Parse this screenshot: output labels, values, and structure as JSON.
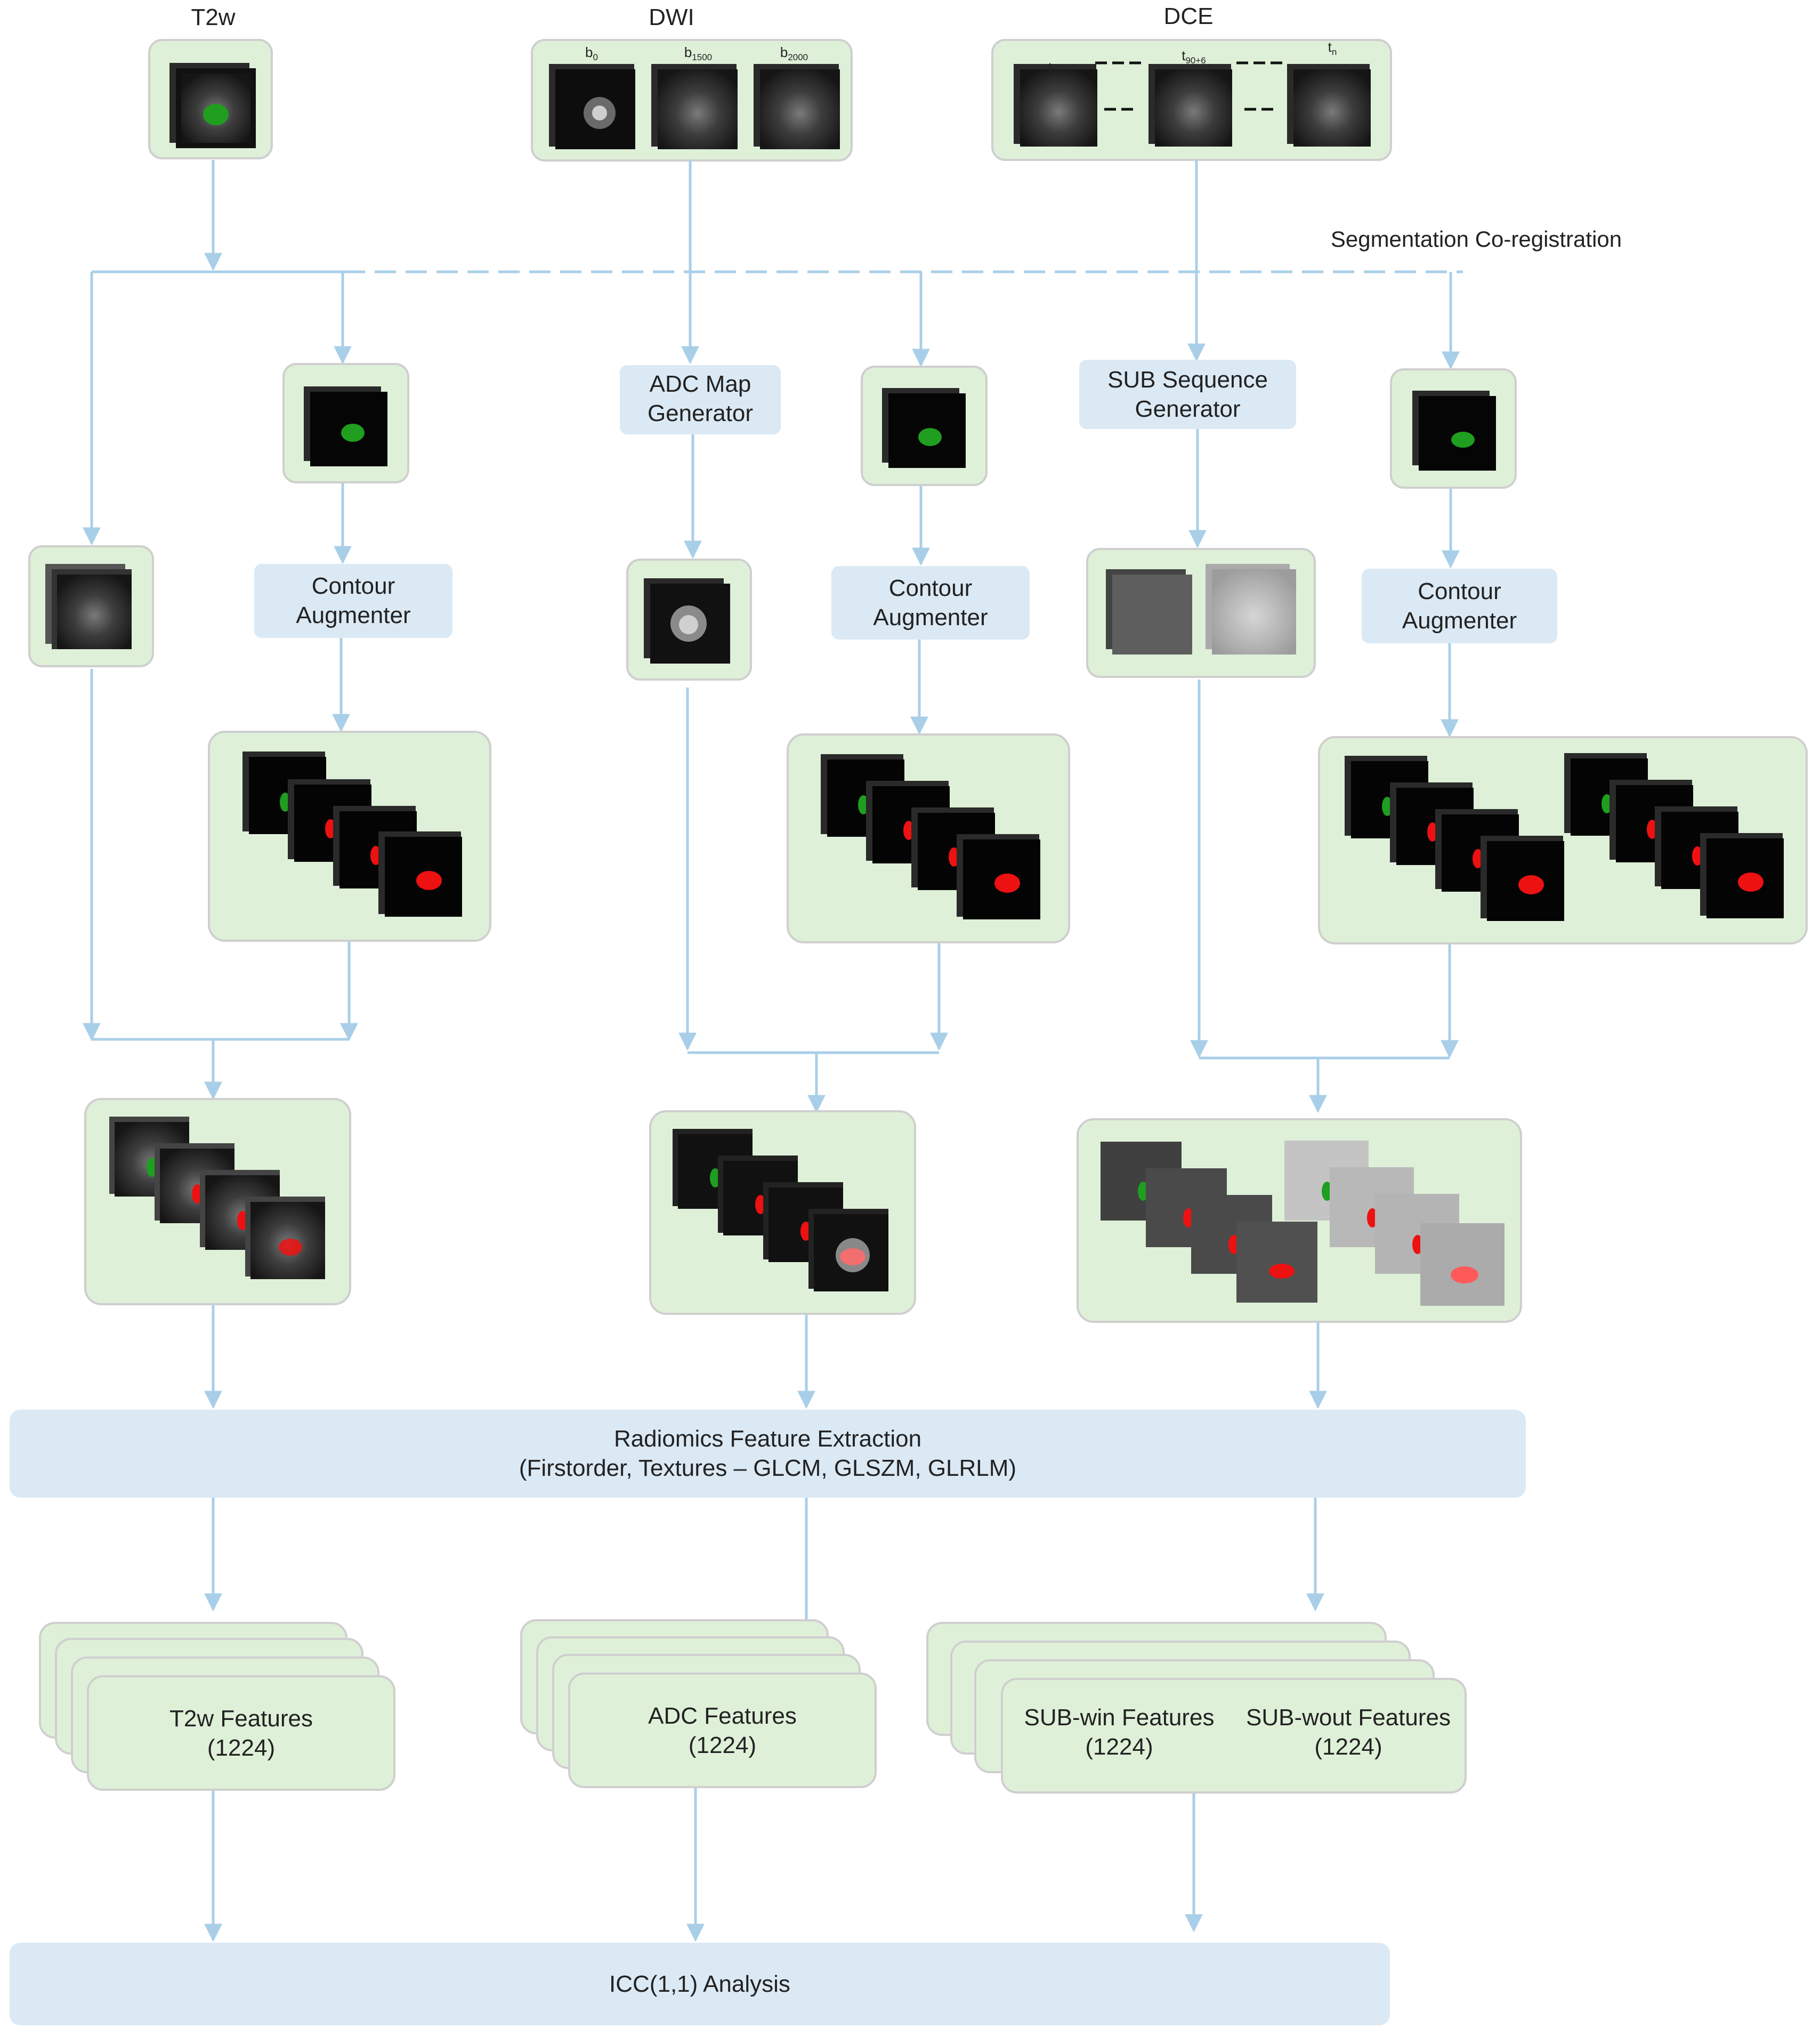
{
  "inputs": {
    "t2w": "T2w",
    "dwi": "DWI",
    "dce": "DCE",
    "dwi_b0": "b",
    "dwi_b0_sub": "0",
    "dwi_b1500": "b",
    "dwi_b1500_sub": "1500",
    "dwi_b2000": "b",
    "dwi_b2000_sub": "2000",
    "dce_t0": "t",
    "dce_t0_sub": "0",
    "dce_tmid": "t",
    "dce_tmid_sub": "90+6",
    "dce_tn": "t",
    "dce_tn_sub": "n"
  },
  "dashed_label": "Segmentation  Co-registration",
  "processors": {
    "adc_map_line1": "ADC Map",
    "adc_map_line2": "Generator",
    "sub_seq_line1": "SUB Sequence",
    "sub_seq_line2": "Generator",
    "contour_t2w_line1": "Contour",
    "contour_t2w_line2": "Augmenter",
    "contour_adc_line1": "Contour",
    "contour_adc_line2": "Augmenter",
    "contour_sub_line1": "Contour",
    "contour_sub_line2": "Augmenter"
  },
  "extraction": {
    "line1": "Radiomics Feature Extraction",
    "line2": "(Firstorder, Textures – GLCM, GLSZM, GLRLM)"
  },
  "features": {
    "t2w_name": "T2w Features",
    "t2w_count": "(1224)",
    "adc_name": "ADC Features",
    "adc_count": "(1224)",
    "subwin_name": "SUB-win Features",
    "subwin_count": "(1224)",
    "subwout_name": "SUB-wout Features",
    "subwout_count": "(1224)"
  },
  "analysis": "ICC(1,1) Analysis",
  "colors": {
    "green_box": "#dff0d8",
    "green_border": "#c9c9c9",
    "blue_box": "#dbe9f4",
    "arrow": "#a9cfe8",
    "mask_green": "#1f9e1f",
    "mask_red": "#ee1111"
  }
}
